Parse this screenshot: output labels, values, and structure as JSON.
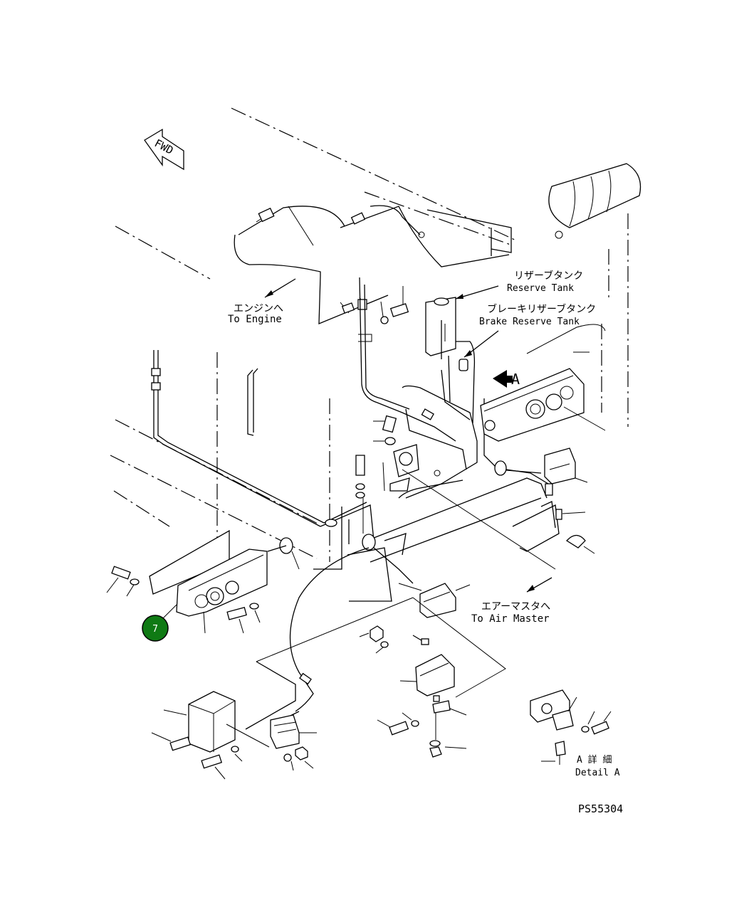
{
  "diagram": {
    "drawing_number": "PS55304",
    "fwd_label": "FWD",
    "labels": {
      "to_engine_jp": "エンジンへ",
      "to_engine_en": "To Engine",
      "reserve_tank_jp": "リザーブタンク",
      "reserve_tank_en": "Reserve Tank",
      "brake_reserve_tank_jp": "ブレーキリザーブタンク",
      "brake_reserve_tank_en": "Brake Reserve Tank",
      "to_air_master_jp": "エアーマスタへ",
      "to_air_master_en": "To Air Master",
      "detail_a_jp": "A 詳 細",
      "detail_a_en": "Detail A",
      "view_arrow_letter": "A"
    },
    "callouts": [
      {
        "number": "7",
        "color": "#0f7a14"
      }
    ]
  }
}
